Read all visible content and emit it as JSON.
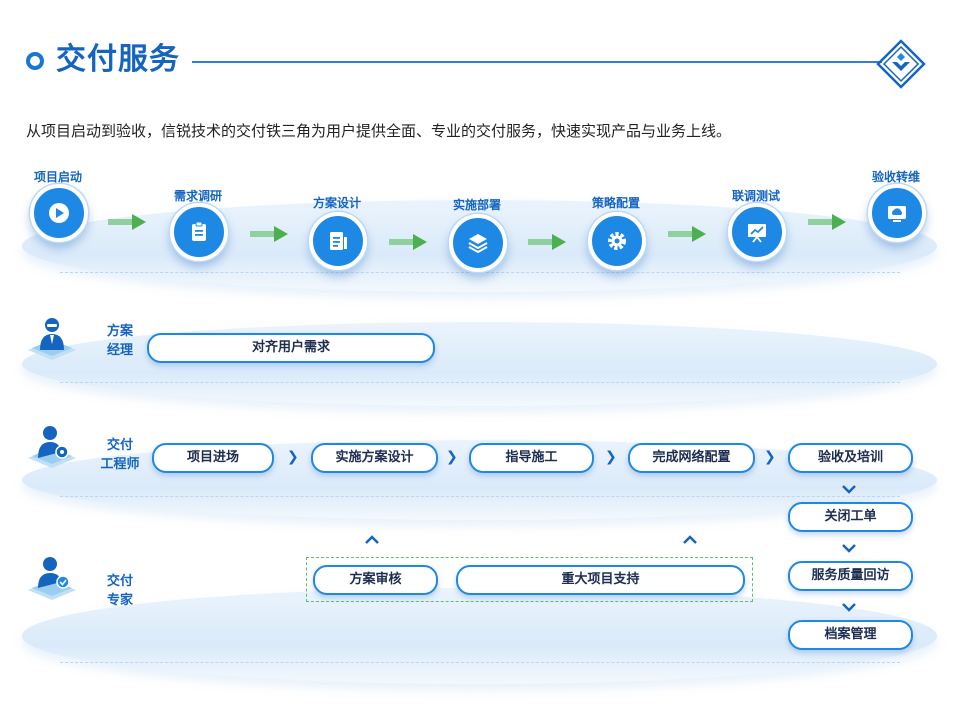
{
  "header": {
    "title": "交付服务",
    "subtitle": "从项目启动到验收，信锐技术的交付铁三角为用户提供全面、专业的交付服务，快速实现产品与业务上线。"
  },
  "process": {
    "steps": [
      {
        "label": "项目启动",
        "icon": "play-icon"
      },
      {
        "label": "需求调研",
        "icon": "clipboard-icon"
      },
      {
        "label": "方案设计",
        "icon": "document-icon"
      },
      {
        "label": "实施部署",
        "icon": "layers-icon"
      },
      {
        "label": "策略配置",
        "icon": "gear-icon"
      },
      {
        "label": "联调测试",
        "icon": "presentation-icon"
      },
      {
        "label": "验收转维",
        "icon": "cloud-monitor-icon"
      }
    ]
  },
  "roles": {
    "manager": {
      "name_line1": "方案",
      "name_line2": "经理",
      "tasks": [
        "对齐用户需求"
      ]
    },
    "engineer": {
      "name_line1": "交付",
      "name_line2": "工程师",
      "tasks": [
        "项目进场",
        "实施方案设计",
        "指导施工",
        "完成网络配置",
        "验收及培训"
      ]
    },
    "expert": {
      "name_line1": "交付",
      "name_line2": "专家",
      "tasks": [
        "方案审核",
        "重大项目支持"
      ]
    }
  },
  "followup": [
    "关闭工单",
    "服务质量回访",
    "档案管理"
  ],
  "colors": {
    "primary": "#1e88e5",
    "title": "#1565c0",
    "arrow_green": "#4caf50",
    "dash_green": "#5cc06a"
  }
}
